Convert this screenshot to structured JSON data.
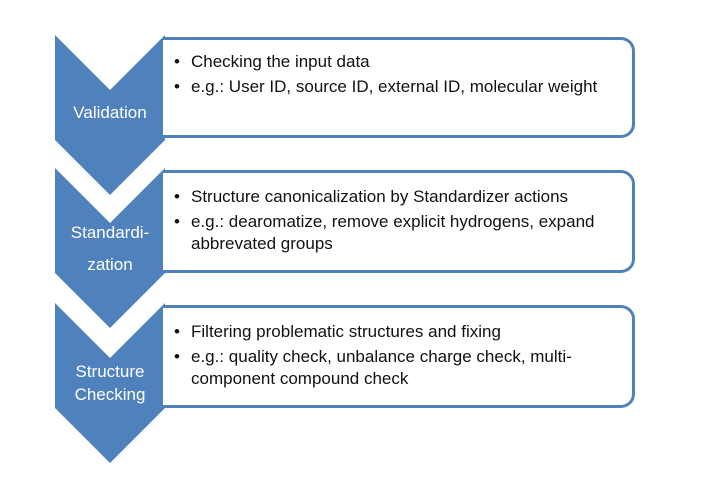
{
  "diagram": {
    "colors": {
      "chevron_fill": "#4f81bd",
      "box_border": "#4f81bd",
      "label_text": "#ffffff"
    },
    "steps": [
      {
        "label_lines": [
          "Validation"
        ],
        "bullets": [
          "Checking the input data",
          "e.g.: User ID, source ID, external ID, molecular weight"
        ]
      },
      {
        "label_lines": [
          "Standardi-",
          "zation"
        ],
        "bullets": [
          "Structure canonicalization by Standardizer actions",
          "e.g.: dearomatize, remove explicit hydrogens, expand abbrevated groups"
        ]
      },
      {
        "label_lines": [
          "Structure",
          "Checking"
        ],
        "bullets": [
          "Filtering problematic structures and fixing",
          "e.g.: quality check, unbalance charge check, multi-component compound check"
        ]
      }
    ]
  }
}
